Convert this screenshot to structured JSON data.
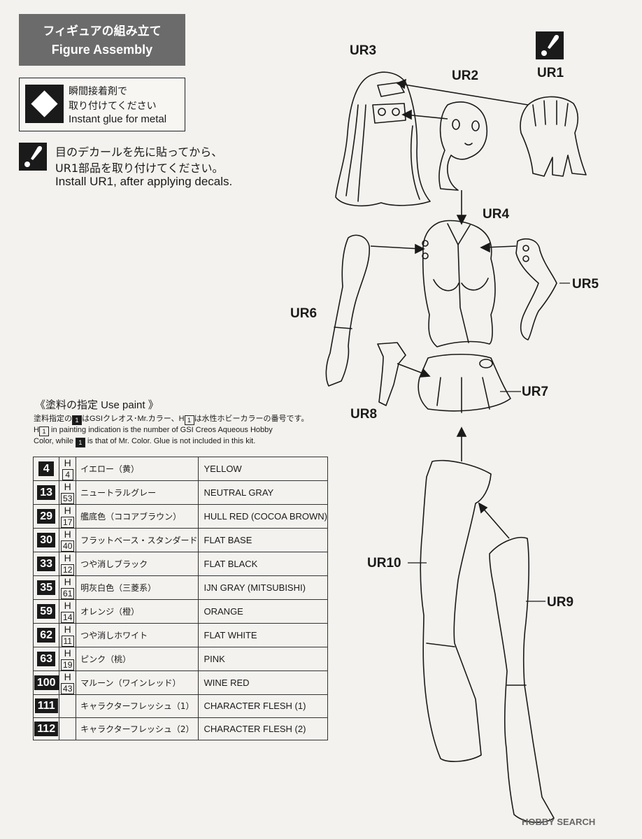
{
  "header": {
    "title_jp": "フィギュアの組み立て",
    "title_en": "Figure Assembly"
  },
  "glue_note": {
    "icon": "diamond-glue-icon",
    "line1": "瞬間接着剤で",
    "line2": "取り付けてください",
    "line3": "Instant glue for metal"
  },
  "decal_note": {
    "icon": "exclamation-icon",
    "line1": "目のデカールを先に貼ってから、",
    "line2": "UR1部品を取り付けてください。",
    "line3": "Install UR1, after applying decals."
  },
  "parts": [
    "UR3",
    "UR2",
    "UR1",
    "UR4",
    "UR5",
    "UR6",
    "UR7",
    "UR8",
    "UR10",
    "UR9"
  ],
  "paint": {
    "title": "《塗料の指定 Use paint 》",
    "desc1_a": "塗料指定の",
    "desc1_box": "1",
    "desc1_b": "はGSIクレオス･Mr.カラー、H",
    "desc1_box2": "1",
    "desc1_c": "は水性ホビーカラーの番号です。",
    "desc2_a": "H",
    "desc2_box": "1",
    "desc2_b": " in painting indication is the number of GSI Creos Aqueous Hobby",
    "desc3_a": "Color, while ",
    "desc3_box": "1",
    "desc3_b": " is that of Mr. Color. Glue is not included in this kit.",
    "rows": [
      {
        "num": "4",
        "h": "4",
        "jp": "イエロー（黄）",
        "en": "YELLOW"
      },
      {
        "num": "13",
        "h": "53",
        "jp": "ニュートラルグレー",
        "en": "NEUTRAL GRAY"
      },
      {
        "num": "29",
        "h": "17",
        "jp": "艦底色（ココアブラウン）",
        "en": "HULL RED (COCOA BROWN)"
      },
      {
        "num": "30",
        "h": "40",
        "jp": "フラットベース・スタンダード",
        "en": "FLAT BASE"
      },
      {
        "num": "33",
        "h": "12",
        "jp": "つや消しブラック",
        "en": "FLAT BLACK"
      },
      {
        "num": "35",
        "h": "61",
        "jp": "明灰白色（三菱系）",
        "en": "IJN GRAY (MITSUBISHI)"
      },
      {
        "num": "59",
        "h": "14",
        "jp": "オレンジ（橙）",
        "en": "ORANGE"
      },
      {
        "num": "62",
        "h": "11",
        "jp": "つや消しホワイト",
        "en": "FLAT WHITE"
      },
      {
        "num": "63",
        "h": "19",
        "jp": "ピンク（桃）",
        "en": "PINK"
      },
      {
        "num": "100",
        "h": "43",
        "jp": "マルーン（ワインレッド）",
        "en": "WINE RED"
      },
      {
        "num": "111",
        "h": "",
        "jp": "キャラクターフレッシュ（1）",
        "en": "CHARACTER FLESH (1)"
      },
      {
        "num": "112",
        "h": "",
        "jp": "キャラクターフレッシュ（2）",
        "en": "CHARACTER FLESH (2)"
      }
    ]
  },
  "watermark": "HOBBY SEARCH"
}
